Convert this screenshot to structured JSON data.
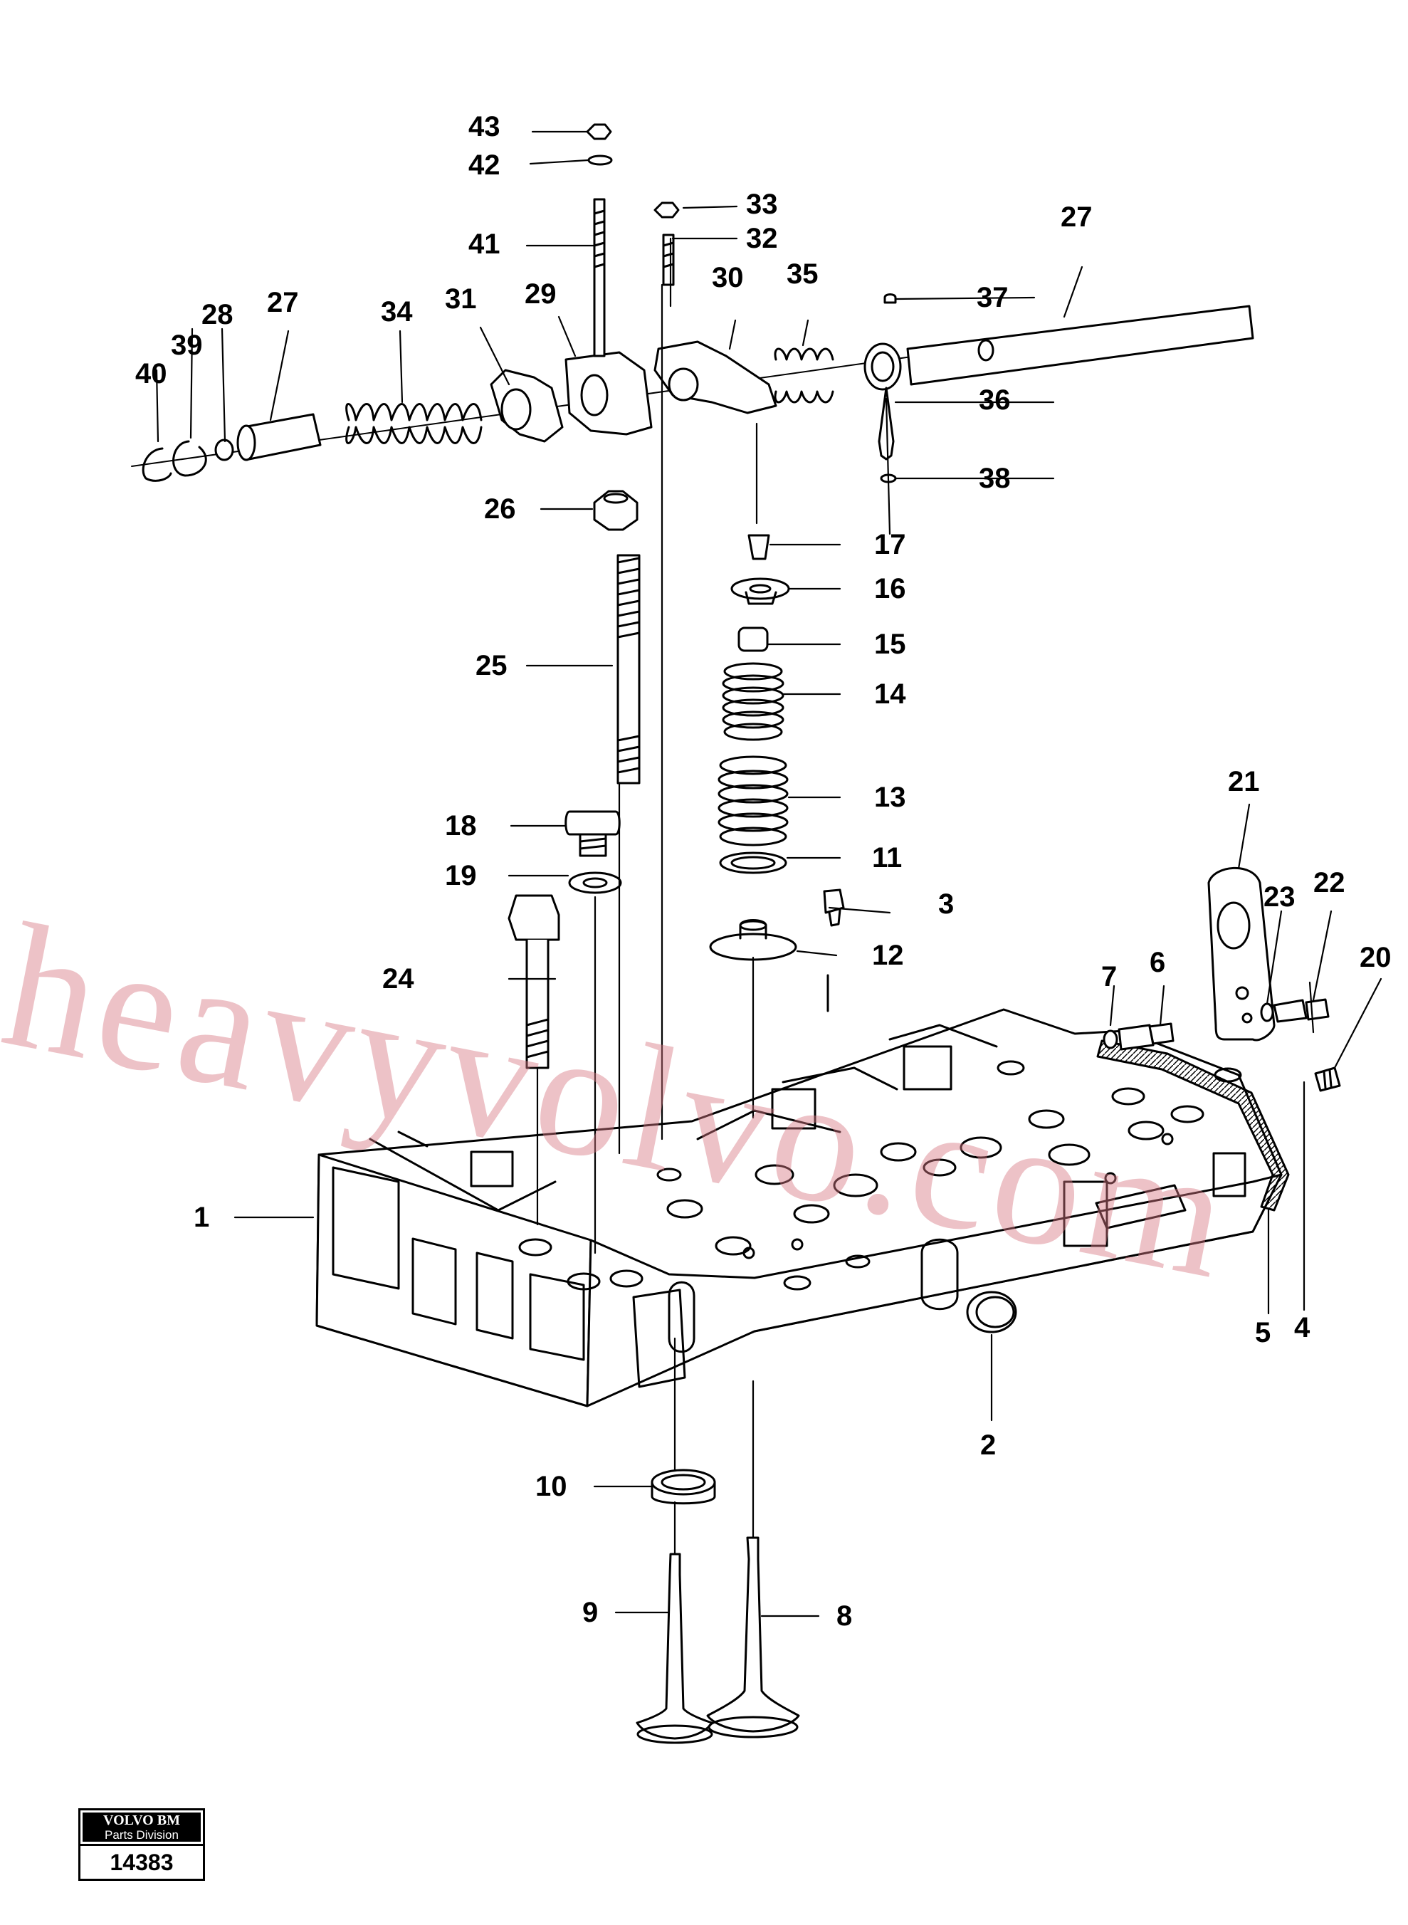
{
  "drawing": {
    "callouts": [
      "1",
      "2",
      "3",
      "4",
      "5",
      "6",
      "7",
      "8",
      "9",
      "10",
      "11",
      "12",
      "13",
      "14",
      "15",
      "16",
      "17",
      "18",
      "19",
      "20",
      "21",
      "22",
      "23",
      "24",
      "25",
      "26",
      "27",
      "27",
      "28",
      "29",
      "30",
      "31",
      "32",
      "33",
      "34",
      "35",
      "36",
      "37",
      "38",
      "39",
      "40",
      "41",
      "42",
      "43"
    ],
    "watermark": "heavyvolvo.com",
    "stamp": {
      "brand": "VOLVO BM",
      "division": "Parts Division",
      "number": "14383"
    }
  }
}
